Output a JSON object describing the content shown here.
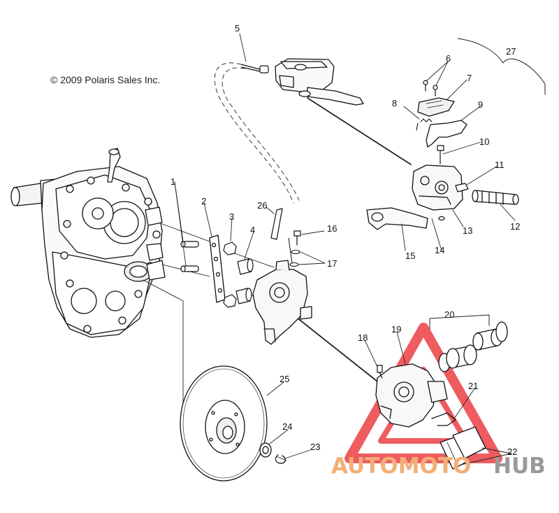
{
  "copyright": "© 2009 Polaris Sales Inc.",
  "callouts": [
    {
      "id": "c1",
      "label": "1"
    },
    {
      "id": "c2",
      "label": "2"
    },
    {
      "id": "c3",
      "label": "3"
    },
    {
      "id": "c4",
      "label": "4"
    },
    {
      "id": "c5",
      "label": "5"
    },
    {
      "id": "c6",
      "label": "6"
    },
    {
      "id": "c7",
      "label": "7"
    },
    {
      "id": "c8",
      "label": "8"
    },
    {
      "id": "c9",
      "label": "9"
    },
    {
      "id": "c10",
      "label": "10"
    },
    {
      "id": "c11",
      "label": "11"
    },
    {
      "id": "c12",
      "label": "12"
    },
    {
      "id": "c13",
      "label": "13"
    },
    {
      "id": "c14",
      "label": "14"
    },
    {
      "id": "c15",
      "label": "15"
    },
    {
      "id": "c16",
      "label": "16"
    },
    {
      "id": "c17",
      "label": "17"
    },
    {
      "id": "c18",
      "label": "18"
    },
    {
      "id": "c19",
      "label": "19"
    },
    {
      "id": "c20",
      "label": "20"
    },
    {
      "id": "c21",
      "label": "21"
    },
    {
      "id": "c22",
      "label": "22"
    },
    {
      "id": "c23",
      "label": "23"
    },
    {
      "id": "c24",
      "label": "24"
    },
    {
      "id": "c25",
      "label": "25"
    },
    {
      "id": "c26",
      "label": "26"
    },
    {
      "id": "c27",
      "label": "27"
    }
  ],
  "watermark": {
    "part1": "AUTOMOTO",
    "part2": "HUB",
    "color_primary": "#f2b077",
    "color_secondary": "#9a9a9a",
    "triangle_color": "#e8262b"
  }
}
